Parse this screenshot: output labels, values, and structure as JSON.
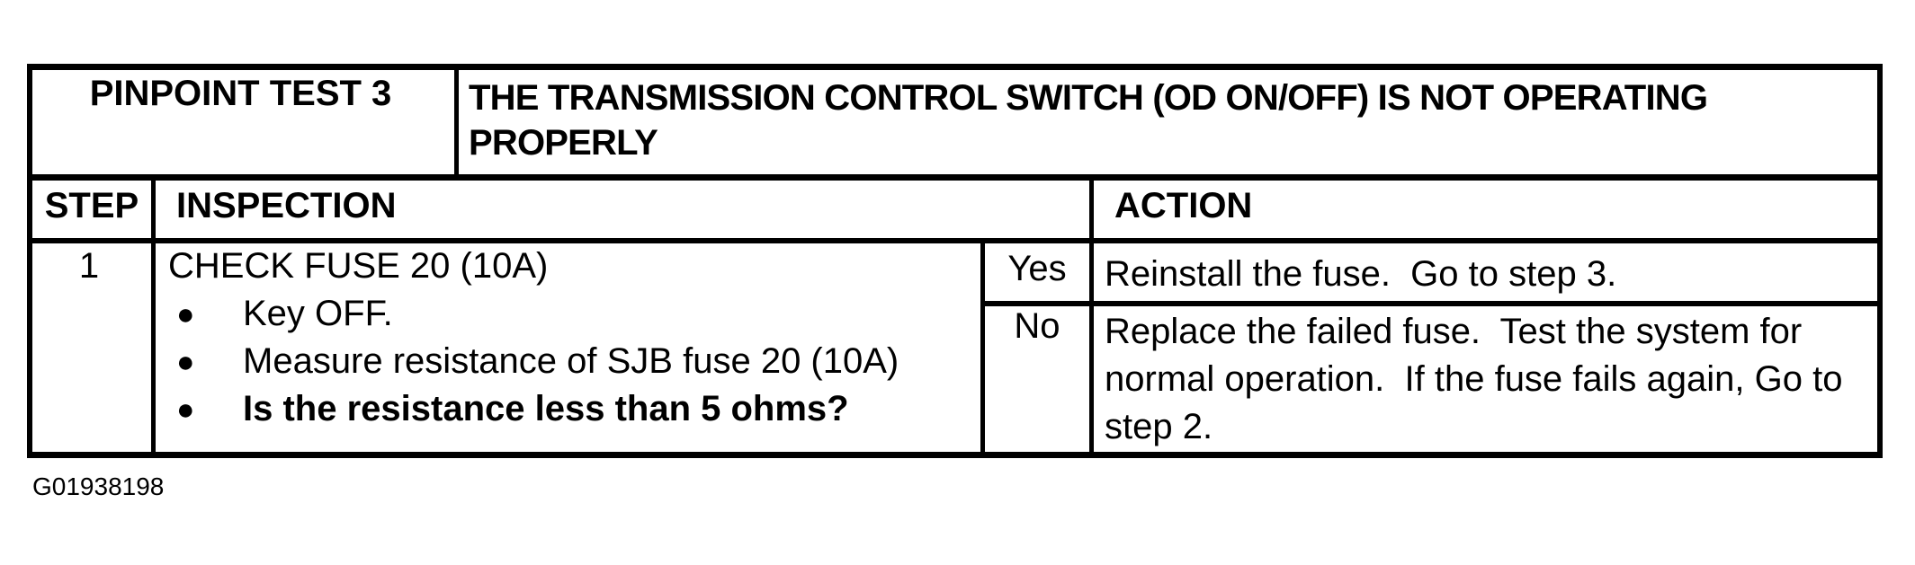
{
  "document": {
    "header": {
      "test_label": "PINPOINT TEST 3",
      "title_line1": "THE TRANSMISSION CONTROL SWITCH (OD ON/OFF) IS NOT OPERATING",
      "title_line2": "PROPERLY"
    },
    "columns": {
      "step": "STEP",
      "inspection": "INSPECTION",
      "action": "ACTION"
    },
    "bullet_icon": "●",
    "steps": [
      {
        "number": "1",
        "inspection_title": "CHECK FUSE 20 (10A)",
        "bullets": [
          {
            "text": "Key OFF.",
            "bold": false
          },
          {
            "text": "Measure resistance of SJB fuse 20 (10A)",
            "bold": false
          },
          {
            "text": "Is the resistance less than 5 ohms?",
            "bold": true
          }
        ],
        "results": [
          {
            "label": "Yes",
            "action_line1": "Reinstall the fuse.  Go to step 3."
          },
          {
            "label": "No",
            "action_line1": "Replace the failed fuse.  Test the system for",
            "action_line2": "normal operation.  If the fuse fails again, Go to",
            "action_line3": "step 2."
          }
        ]
      }
    ],
    "figure_id": "G01938198",
    "colors": {
      "ink": "#000000",
      "paper": "#ffffff"
    }
  }
}
